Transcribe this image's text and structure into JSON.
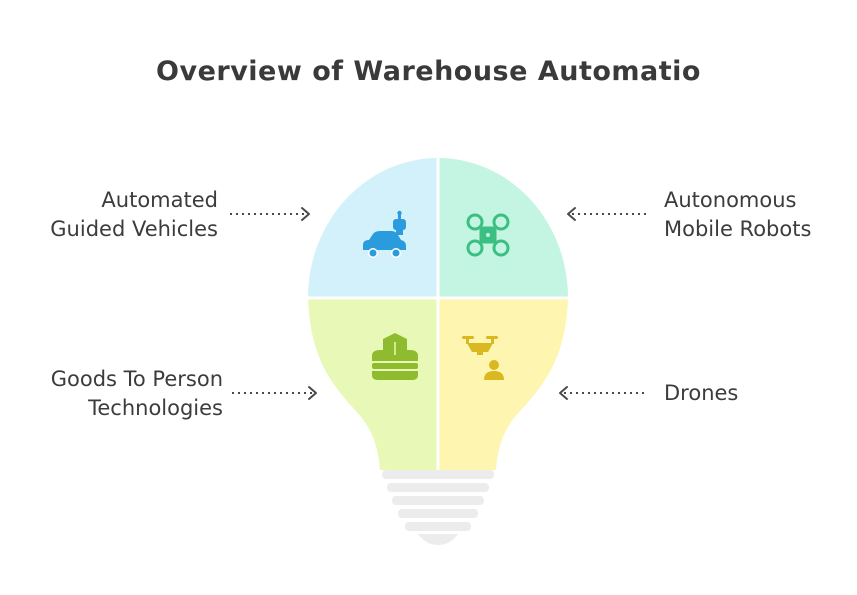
{
  "title": "Overview of Warehouse Automatio",
  "quadrants": [
    {
      "id": "agv",
      "label_lines": [
        "Automated",
        "Guided Vehicles"
      ],
      "color": "#d2f1fb",
      "icon": "car-robot-icon",
      "icon_color": "#2a9bdc"
    },
    {
      "id": "amr",
      "label_lines": [
        "Autonomous",
        "Mobile Robots"
      ],
      "color": "#c3f5e2",
      "icon": "drone-frame-icon",
      "icon_color": "#3bbf82"
    },
    {
      "id": "gtp",
      "label_lines": [
        "Goods To Person",
        "Technologies"
      ],
      "color": "#e8f9b7",
      "icon": "stacked-boxes-icon",
      "icon_color": "#8fbc2e"
    },
    {
      "id": "drones",
      "label_lines": [
        "Drones"
      ],
      "color": "#fdf5b0",
      "icon": "drone-operator-icon",
      "icon_color": "#d9b820"
    }
  ],
  "colors": {
    "bulb_base": "#ececec",
    "divider": "#ffffff",
    "arrow": "#4a4a4a",
    "text": "#3c3c3c"
  }
}
